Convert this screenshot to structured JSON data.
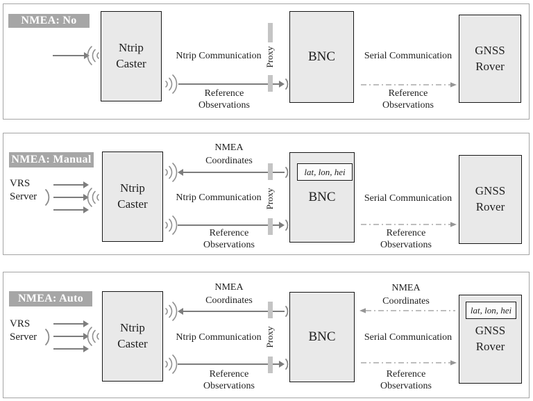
{
  "colors": {
    "panel_border": "#a5a5a5",
    "title_bg": "#a6a6a6",
    "title_text": "#ffffff",
    "node_fill": "#e9e9e9",
    "node_border": "#171717",
    "arrow_gray": "#7d7d7d",
    "dashdot_gray": "#969696",
    "proxy_bar": "#c4c4c4",
    "chip_fill": "#fcfcfc",
    "text": "#1f1f1f"
  },
  "panels": [
    {
      "title": "NMEA: No",
      "nodes": {
        "caster": "Ntrip Caster",
        "bnc": "BNC",
        "rover": "GNSS Rover"
      },
      "labels": {
        "ntrip_communication": "Ntrip Communication",
        "reference_observations_left": "Reference Observations",
        "proxy": "Proxy",
        "serial_communication": "Serial Communication",
        "reference_observations_right": "Reference Observations"
      }
    },
    {
      "title": "NMEA: Manual",
      "vrs_server": "VRS Server",
      "nodes": {
        "caster": "Ntrip Caster",
        "bnc": "BNC",
        "rover": "GNSS Rover"
      },
      "bnc_chip": "lat, lon, hei",
      "labels": {
        "nmea_coordinates_left": "NMEA Coordinates",
        "ntrip_communication": "Ntrip Communication",
        "reference_observations_left": "Reference Observations",
        "proxy": "Proxy",
        "serial_communication": "Serial Communication",
        "reference_observations_right": "Reference Observations"
      }
    },
    {
      "title": "NMEA: Auto",
      "vrs_server": "VRS Server",
      "nodes": {
        "caster": "Ntrip Caster",
        "bnc": "BNC",
        "rover": "GNSS Rover"
      },
      "rover_chip": "lat, lon, hei",
      "labels": {
        "nmea_coordinates_left": "NMEA Coordinates",
        "nmea_coordinates_right": "NMEA Coordinates",
        "ntrip_communication": "Ntrip Communication",
        "reference_observations_left": "Reference Observations",
        "proxy": "Proxy",
        "serial_communication": "Serial Communication",
        "reference_observations_right": "Reference Observations"
      }
    }
  ]
}
